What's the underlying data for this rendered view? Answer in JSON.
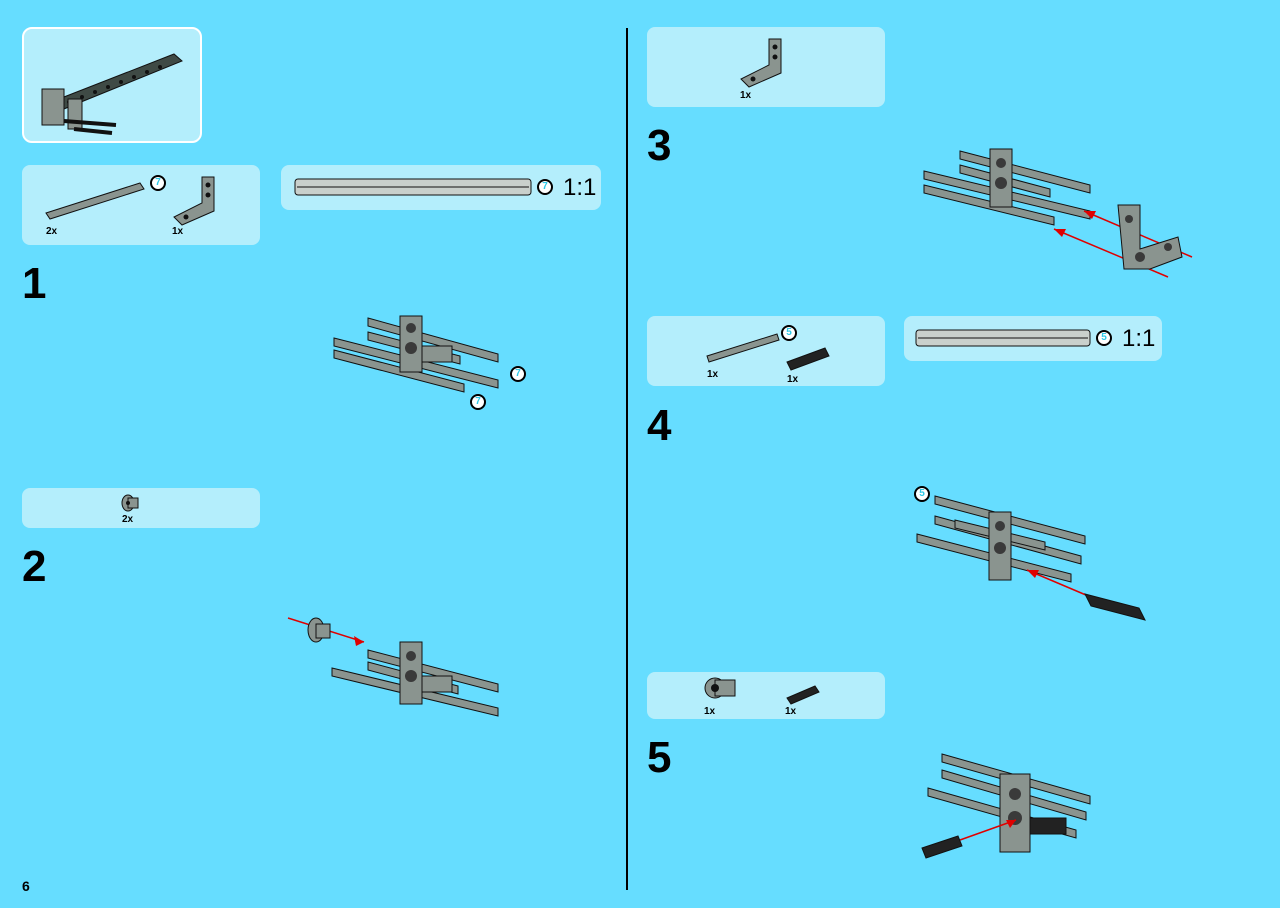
{
  "page_number": "6",
  "colors": {
    "background": "#66ddff",
    "panel": "#b4eefc",
    "arrow": "#e00000",
    "part": "#7a8580"
  },
  "steps": [
    {
      "number": "1",
      "parts": [
        {
          "icon": "axle-icon",
          "qty": "2x",
          "badge": "7"
        },
        {
          "icon": "l-beam-icon",
          "qty": "1x"
        }
      ],
      "scale": {
        "badge": "7",
        "ratio": "1:1"
      },
      "callouts": [
        "7",
        "7"
      ]
    },
    {
      "number": "2",
      "parts": [
        {
          "icon": "bush-icon",
          "qty": "2x"
        }
      ]
    },
    {
      "number": "3",
      "parts": [
        {
          "icon": "l-beam-icon",
          "qty": "1x"
        }
      ]
    },
    {
      "number": "4",
      "parts": [
        {
          "icon": "axle-icon",
          "qty": "1x",
          "badge": "5"
        },
        {
          "icon": "connector-peg-icon",
          "qty": "1x"
        }
      ],
      "scale": {
        "badge": "5",
        "ratio": "1:1"
      },
      "callouts": [
        "5"
      ]
    },
    {
      "number": "5",
      "parts": [
        {
          "icon": "cross-block-icon",
          "qty": "1x"
        },
        {
          "icon": "connector-peg-icon",
          "qty": "1x"
        }
      ]
    }
  ]
}
